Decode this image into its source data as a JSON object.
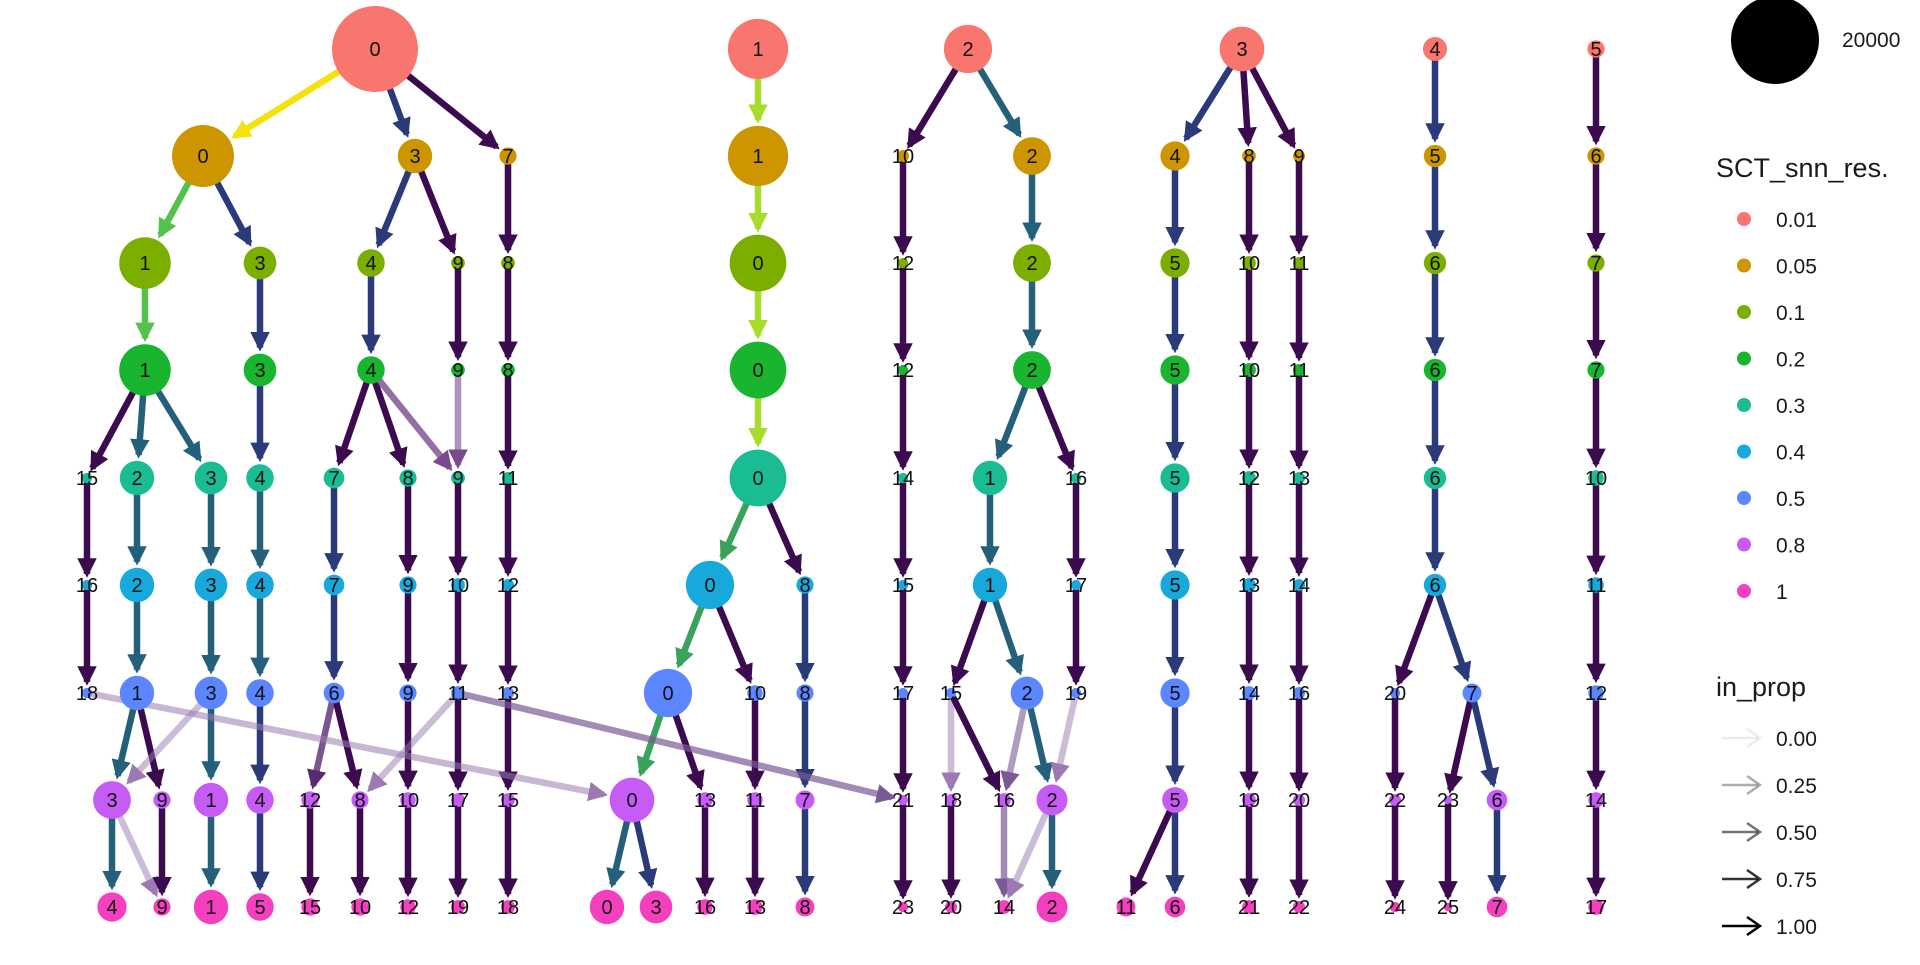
{
  "title": "",
  "levels": [
    "0.01",
    "0.05",
    "0.1",
    "0.2",
    "0.3",
    "0.4",
    "0.5",
    "0.8",
    "1"
  ],
  "level_colors": [
    "#F8766D",
    "#CD9600",
    "#7CAE00",
    "#19B52E",
    "#1ABC93",
    "#18A9DC",
    "#5B86FF",
    "#C65BF5",
    "#F43FBF"
  ],
  "nodes": [
    {
      "level": 0,
      "label": "0",
      "size": 5
    },
    {
      "level": 0,
      "label": "1",
      "size": 3.5
    },
    {
      "level": 0,
      "label": "2",
      "size": 2.8
    },
    {
      "level": 0,
      "label": "3",
      "size": 2.6
    },
    {
      "level": 0,
      "label": "4",
      "size": 1.4
    },
    {
      "level": 0,
      "label": "5",
      "size": 1
    },
    {
      "level": 1,
      "label": "0",
      "size": 3.6
    },
    {
      "level": 1,
      "label": "3",
      "size": 2
    },
    {
      "level": 1,
      "label": "7",
      "size": 1
    },
    {
      "level": 1,
      "label": "1",
      "size": 3.5
    },
    {
      "level": 1,
      "label": "10",
      "size": 0.7
    },
    {
      "level": 1,
      "label": "2",
      "size": 2.2
    },
    {
      "level": 1,
      "label": "4",
      "size": 1.7
    },
    {
      "level": 1,
      "label": "8",
      "size": 0.8
    },
    {
      "level": 1,
      "label": "9",
      "size": 0.7
    },
    {
      "level": 1,
      "label": "5",
      "size": 1.3
    },
    {
      "level": 1,
      "label": "6",
      "size": 1
    },
    {
      "level": 2,
      "label": "1",
      "size": 3
    },
    {
      "level": 2,
      "label": "3",
      "size": 1.9
    },
    {
      "level": 2,
      "label": "4",
      "size": 1.6
    },
    {
      "level": 2,
      "label": "9",
      "size": 0.8
    },
    {
      "level": 2,
      "label": "8",
      "size": 0.8
    },
    {
      "level": 2,
      "label": "0",
      "size": 3.3
    },
    {
      "level": 2,
      "label": "12",
      "size": 0.6
    },
    {
      "level": 2,
      "label": "2",
      "size": 2.2
    },
    {
      "level": 2,
      "label": "5",
      "size": 1.7
    },
    {
      "level": 2,
      "label": "10",
      "size": 0.8
    },
    {
      "level": 2,
      "label": "11",
      "size": 0.7
    },
    {
      "level": 2,
      "label": "6",
      "size": 1.3
    },
    {
      "level": 2,
      "label": "7",
      "size": 1
    },
    {
      "level": 3,
      "label": "1",
      "size": 3
    },
    {
      "level": 3,
      "label": "3",
      "size": 1.9
    },
    {
      "level": 3,
      "label": "4",
      "size": 1.6
    },
    {
      "level": 3,
      "label": "9",
      "size": 0.8
    },
    {
      "level": 3,
      "label": "8",
      "size": 0.8
    },
    {
      "level": 3,
      "label": "0",
      "size": 3.3
    },
    {
      "level": 3,
      "label": "12",
      "size": 0.6
    },
    {
      "level": 3,
      "label": "2",
      "size": 2.2
    },
    {
      "level": 3,
      "label": "5",
      "size": 1.7
    },
    {
      "level": 3,
      "label": "10",
      "size": 0.8
    },
    {
      "level": 3,
      "label": "11",
      "size": 0.7
    },
    {
      "level": 3,
      "label": "6",
      "size": 1.3
    },
    {
      "level": 3,
      "label": "7",
      "size": 1
    },
    {
      "level": 4,
      "label": "15",
      "size": 0.6
    },
    {
      "level": 4,
      "label": "2",
      "size": 2
    },
    {
      "level": 4,
      "label": "3",
      "size": 1.9
    },
    {
      "level": 4,
      "label": "4",
      "size": 1.6
    },
    {
      "level": 4,
      "label": "7",
      "size": 1.2
    },
    {
      "level": 4,
      "label": "8",
      "size": 1
    },
    {
      "level": 4,
      "label": "9",
      "size": 0.8
    },
    {
      "level": 4,
      "label": "11",
      "size": 0.7
    },
    {
      "level": 4,
      "label": "0",
      "size": 3.3
    },
    {
      "level": 4,
      "label": "14",
      "size": 0.6
    },
    {
      "level": 4,
      "label": "1",
      "size": 2
    },
    {
      "level": 4,
      "label": "16",
      "size": 0.6
    },
    {
      "level": 4,
      "label": "5",
      "size": 1.7
    },
    {
      "level": 4,
      "label": "12",
      "size": 0.8
    },
    {
      "level": 4,
      "label": "13",
      "size": 0.7
    },
    {
      "level": 4,
      "label": "6",
      "size": 1.3
    },
    {
      "level": 4,
      "label": "10",
      "size": 0.9
    },
    {
      "level": 5,
      "label": "16",
      "size": 0.6
    },
    {
      "level": 5,
      "label": "2",
      "size": 2
    },
    {
      "level": 5,
      "label": "3",
      "size": 1.9
    },
    {
      "level": 5,
      "label": "4",
      "size": 1.6
    },
    {
      "level": 5,
      "label": "7",
      "size": 1.2
    },
    {
      "level": 5,
      "label": "9",
      "size": 1
    },
    {
      "level": 5,
      "label": "10",
      "size": 0.8
    },
    {
      "level": 5,
      "label": "12",
      "size": 0.7
    },
    {
      "level": 5,
      "label": "0",
      "size": 2.8
    },
    {
      "level": 5,
      "label": "8",
      "size": 1
    },
    {
      "level": 5,
      "label": "15",
      "size": 0.6
    },
    {
      "level": 5,
      "label": "1",
      "size": 2
    },
    {
      "level": 5,
      "label": "17",
      "size": 0.6
    },
    {
      "level": 5,
      "label": "5",
      "size": 1.7
    },
    {
      "level": 5,
      "label": "13",
      "size": 0.8
    },
    {
      "level": 5,
      "label": "14",
      "size": 0.7
    },
    {
      "level": 5,
      "label": "6",
      "size": 1.3
    },
    {
      "level": 5,
      "label": "11",
      "size": 0.9
    },
    {
      "level": 6,
      "label": "18",
      "size": 0.6
    },
    {
      "level": 6,
      "label": "1",
      "size": 2
    },
    {
      "level": 6,
      "label": "3",
      "size": 1.9
    },
    {
      "level": 6,
      "label": "4",
      "size": 1.6
    },
    {
      "level": 6,
      "label": "6",
      "size": 1.2
    },
    {
      "level": 6,
      "label": "9",
      "size": 1
    },
    {
      "level": 6,
      "label": "11",
      "size": 0.8
    },
    {
      "level": 6,
      "label": "13",
      "size": 0.7
    },
    {
      "level": 6,
      "label": "0",
      "size": 2.8
    },
    {
      "level": 6,
      "label": "10",
      "size": 0.9
    },
    {
      "level": 6,
      "label": "8",
      "size": 1
    },
    {
      "level": 6,
      "label": "17",
      "size": 0.6
    },
    {
      "level": 6,
      "label": "15",
      "size": 0.6
    },
    {
      "level": 6,
      "label": "2",
      "size": 1.9
    },
    {
      "level": 6,
      "label": "19",
      "size": 0.6
    },
    {
      "level": 6,
      "label": "5",
      "size": 1.7
    },
    {
      "level": 6,
      "label": "14",
      "size": 0.8
    },
    {
      "level": 6,
      "label": "16",
      "size": 0.7
    },
    {
      "level": 6,
      "label": "20",
      "size": 0.6
    },
    {
      "level": 6,
      "label": "7",
      "size": 1.1
    },
    {
      "level": 6,
      "label": "12",
      "size": 0.9
    },
    {
      "level": 7,
      "label": "3",
      "size": 2.2
    },
    {
      "level": 7,
      "label": "9",
      "size": 1
    },
    {
      "level": 7,
      "label": "1",
      "size": 2
    },
    {
      "level": 7,
      "label": "4",
      "size": 1.6
    },
    {
      "level": 7,
      "label": "12",
      "size": 1
    },
    {
      "level": 7,
      "label": "8",
      "size": 1
    },
    {
      "level": 7,
      "label": "10",
      "size": 0.9
    },
    {
      "level": 7,
      "label": "17",
      "size": 0.8
    },
    {
      "level": 7,
      "label": "15",
      "size": 0.8
    },
    {
      "level": 7,
      "label": "0",
      "size": 2.6
    },
    {
      "level": 7,
      "label": "13",
      "size": 0.9
    },
    {
      "level": 7,
      "label": "11",
      "size": 0.9
    },
    {
      "level": 7,
      "label": "7",
      "size": 1.1
    },
    {
      "level": 7,
      "label": "21",
      "size": 0.6
    },
    {
      "level": 7,
      "label": "18",
      "size": 0.7
    },
    {
      "level": 7,
      "label": "16",
      "size": 0.8
    },
    {
      "level": 7,
      "label": "2",
      "size": 1.8
    },
    {
      "level": 7,
      "label": "5",
      "size": 1.5
    },
    {
      "level": 7,
      "label": "19",
      "size": 0.8
    },
    {
      "level": 7,
      "label": "20",
      "size": 0.7
    },
    {
      "level": 7,
      "label": "22",
      "size": 0.7
    },
    {
      "level": 7,
      "label": "23",
      "size": 0.5
    },
    {
      "level": 7,
      "label": "6",
      "size": 1.2
    },
    {
      "level": 7,
      "label": "14",
      "size": 0.9
    },
    {
      "level": 8,
      "label": "4",
      "size": 1.7
    },
    {
      "level": 8,
      "label": "9",
      "size": 1
    },
    {
      "level": 8,
      "label": "1",
      "size": 2
    },
    {
      "level": 8,
      "label": "5",
      "size": 1.6
    },
    {
      "level": 8,
      "label": "15",
      "size": 1
    },
    {
      "level": 8,
      "label": "10",
      "size": 1
    },
    {
      "level": 8,
      "label": "12",
      "size": 0.9
    },
    {
      "level": 8,
      "label": "19",
      "size": 0.8
    },
    {
      "level": 8,
      "label": "18",
      "size": 0.8
    },
    {
      "level": 8,
      "label": "0",
      "size": 2
    },
    {
      "level": 8,
      "label": "3",
      "size": 1.9
    },
    {
      "level": 8,
      "label": "16",
      "size": 0.9
    },
    {
      "level": 8,
      "label": "13",
      "size": 0.9
    },
    {
      "level": 8,
      "label": "8",
      "size": 1.1
    },
    {
      "level": 8,
      "label": "23",
      "size": 0.6
    },
    {
      "level": 8,
      "label": "20",
      "size": 0.7
    },
    {
      "level": 8,
      "label": "14",
      "size": 0.8
    },
    {
      "level": 8,
      "label": "2",
      "size": 1.8
    },
    {
      "level": 8,
      "label": "11",
      "size": 1.1
    },
    {
      "level": 8,
      "label": "6",
      "size": 1.2
    },
    {
      "level": 8,
      "label": "21",
      "size": 0.8
    },
    {
      "level": 8,
      "label": "22",
      "size": 0.7
    },
    {
      "level": 8,
      "label": "24",
      "size": 0.6
    },
    {
      "level": 8,
      "label": "25",
      "size": 0.5
    },
    {
      "level": 8,
      "label": "7",
      "size": 1.2
    },
    {
      "level": 8,
      "label": "17",
      "size": 0.9
    }
  ],
  "legend": {
    "size": {
      "value": "20000"
    },
    "color": {
      "title": "SCT_snn_res.",
      "entries": [
        "0.01",
        "0.05",
        "0.1",
        "0.2",
        "0.3",
        "0.4",
        "0.5",
        "0.8",
        "1"
      ]
    },
    "alpha": {
      "title": "in_prop",
      "entries": [
        "0.00",
        "0.25",
        "0.50",
        "0.75",
        "1.00"
      ]
    }
  }
}
